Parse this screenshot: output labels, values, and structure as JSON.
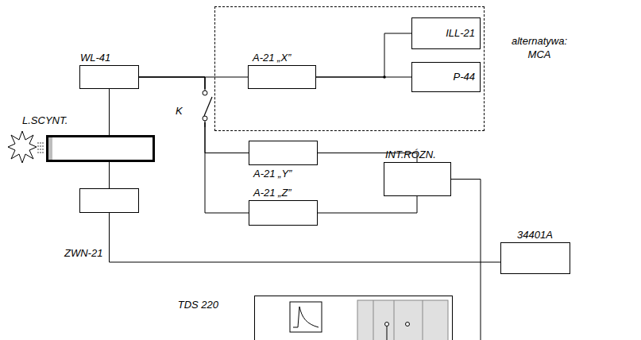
{
  "diagram": {
    "nodes": [
      {
        "text": [
          "WL-41"
        ]
      },
      {
        "text": [
          "L.SCYNT."
        ]
      },
      {
        "text": [
          "ZWN-21"
        ]
      },
      {
        "text": [
          "alternatywa: MCA"
        ]
      },
      {
        "text": [
          "A-21 „X”"
        ],
        "in": 3
      },
      {
        "text": [
          "ILL-21"
        ],
        "in": 3
      },
      {
        "text": [
          "P-44"
        ],
        "in": 3
      },
      {
        "text": [
          "A-21 „Y”"
        ]
      },
      {
        "text": [
          "A-21 „Z”"
        ]
      },
      {
        "text": [
          "INT.RÓZN."
        ]
      },
      {
        "text": [
          "34401A"
        ]
      },
      {
        "text": [
          "TDS 220"
        ]
      }
    ],
    "edges": [
      {
        "from": 0,
        "to": 4,
        "arrow": "none"
      },
      {
        "from": 4,
        "to": 5,
        "arrow": "none"
      },
      {
        "from": 4,
        "to": 6,
        "arrow": "none"
      },
      {
        "from": 0,
        "to": 7,
        "arrow": "none"
      },
      {
        "from": 0,
        "to": 8,
        "arrow": "none"
      },
      {
        "from": 7,
        "to": 9,
        "arrow": "none"
      },
      {
        "from": 8,
        "to": 9,
        "arrow": "none"
      },
      {
        "from": 0,
        "to": 1,
        "arrow": "none"
      },
      {
        "from": 1,
        "to": 2,
        "arrow": "none"
      },
      {
        "from": 2,
        "to": 10,
        "arrow": "none"
      },
      {
        "from": 9,
        "to": 11,
        "arrow": "none"
      }
    ],
    "labels": [
      "K"
    ]
  }
}
